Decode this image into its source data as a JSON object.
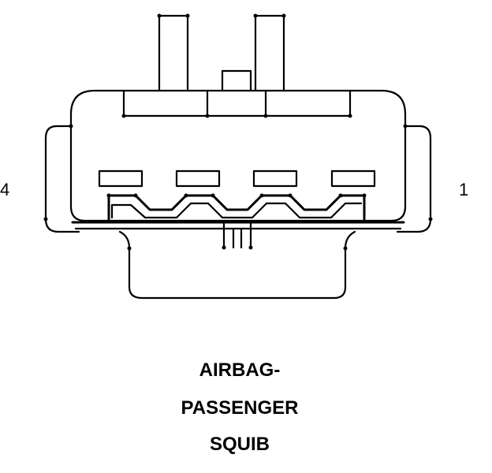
{
  "connector": {
    "pin_left": "4",
    "pin_right": "1",
    "caption": [
      "AIRBAG-",
      "PASSENGER",
      "SQUIB"
    ]
  }
}
